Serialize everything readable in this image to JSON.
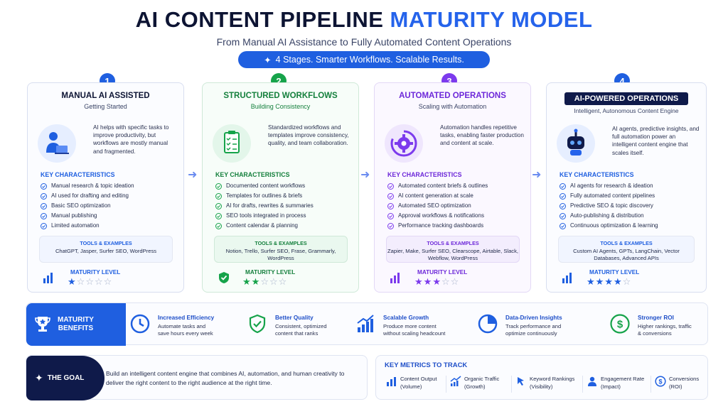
{
  "header": {
    "title_main": "AI CONTENT PIPELINE",
    "title_accent": "MATURITY MODEL",
    "subtitle": "From Manual AI Assistance to Fully Automated Content Operations",
    "pill": "4 Stages. Smarter Workflows. Scalable Results."
  },
  "stages": [
    {
      "number": "1",
      "title": "MANUAL AI ASSISTED",
      "subtitle": "Getting Started",
      "color": "#1f5fe0",
      "description": "AI helps with specific tasks to improve productivity, but workflows are mostly manual and fragmented.",
      "key_label": "KEY CHARACTERISTICS",
      "characteristics": [
        "Manual research & topic ideation",
        "AI used for drafting and editing",
        "Basic SEO optimization",
        "Manual publishing",
        "Limited automation"
      ],
      "tools_label": "TOOLS & EXAMPLES",
      "tools": "ChatGPT, Jasper, Surfer SEO, WordPress",
      "maturity_label": "MATURITY LEVEL",
      "maturity": 1
    },
    {
      "number": "2",
      "title": "STRUCTURED WORKFLOWS",
      "subtitle": "Building Consistency",
      "color": "#16a34a",
      "description": "Standardized workflows and templates improve consistency, quality, and team collaboration.",
      "key_label": "KEY CHARACTERISTICS",
      "characteristics": [
        "Documented content workflows",
        "Templates for outlines & briefs",
        "AI for drafts, rewrites & summaries",
        "SEO tools integrated in process",
        "Content calendar & planning"
      ],
      "tools_label": "TOOLS & EXAMPLES",
      "tools": "Notion, Trello, Surfer SEO, Frase, Grammarly, WordPress",
      "maturity_label": "MATURITY LEVEL",
      "maturity": 2
    },
    {
      "number": "3",
      "title": "AUTOMATED OPERATIONS",
      "subtitle": "Scaling with Automation",
      "color": "#7c3aed",
      "description": "Automation handles repetitive tasks, enabling faster production and content at scale.",
      "key_label": "KEY CHARACTERISTICS",
      "characteristics": [
        "Automated content briefs & outlines",
        "AI content generation at scale",
        "Automated SEO optimization",
        "Approval workflows & notifications",
        "Performance tracking dashboards"
      ],
      "tools_label": "TOOLS & EXAMPLES",
      "tools": "Zapier, Make, Surfer SEO, Clearscope, Airtable, Slack, Webflow, WordPress",
      "maturity_label": "MATURITY LEVEL",
      "maturity": 3
    },
    {
      "number": "4",
      "title": "AI-POWERED OPERATIONS",
      "subtitle": "Intelligent, Autonomous Content Engine",
      "color": "#1f5fe0",
      "description": "AI agents, predictive insights, and full automation power an intelligent content engine that scales itself.",
      "key_label": "KEY CHARACTERISTICS",
      "characteristics": [
        "AI agents for research & ideation",
        "Fully automated content pipelines",
        "Predictive SEO & topic discovery",
        "Auto-publishing & distribution",
        "Continuous optimization & learning"
      ],
      "tools_label": "TOOLS & EXAMPLES",
      "tools": "Custom AI Agents, GPTs, LangChain, Vector Databases, Advanced APIs",
      "maturity_label": "MATURITY LEVEL",
      "maturity": 4
    }
  ],
  "benefits": {
    "heading_line1": "MATURITY",
    "heading_line2": "BENEFITS",
    "items": [
      {
        "name": "Increased Efficiency",
        "desc_line1": "Automate tasks and",
        "desc_line2": "save hours every week",
        "icon": "clock-icon"
      },
      {
        "name": "Better Quality",
        "desc_line1": "Consistent, optimized",
        "desc_line2": "content that ranks",
        "icon": "shield-check-icon"
      },
      {
        "name": "Scalable Growth",
        "desc_line1": "Produce more content",
        "desc_line2": "without scaling headcount",
        "icon": "growth-chart-icon"
      },
      {
        "name": "Data-Driven Insights",
        "desc_line1": "Track performance and",
        "desc_line2": "optimize continuously",
        "icon": "pie-chart-icon"
      },
      {
        "name": "Stronger ROI",
        "desc_line1": "Higher rankings, traffic",
        "desc_line2": "& conversions",
        "icon": "dollar-icon"
      }
    ]
  },
  "goal": {
    "heading": "THE GOAL",
    "text": "Build an intelligent content engine that combines AI, automation, and human creativity to deliver the right content to the right audience at the right time."
  },
  "metrics": {
    "heading": "KEY METRICS TO TRACK",
    "items": [
      {
        "name": "Content Output",
        "sub": "(Volume)",
        "icon": "bar-chart-icon"
      },
      {
        "name": "Organic Traffic",
        "sub": "(Growth)",
        "icon": "trend-icon"
      },
      {
        "name": "Keyword Rankings",
        "sub": "(Visibility)",
        "icon": "cursor-icon"
      },
      {
        "name": "Engagement Rate",
        "sub": "(Impact)",
        "icon": "user-icon"
      },
      {
        "name": "Conversions",
        "sub": "(ROI)",
        "icon": "dollar-icon"
      }
    ]
  }
}
